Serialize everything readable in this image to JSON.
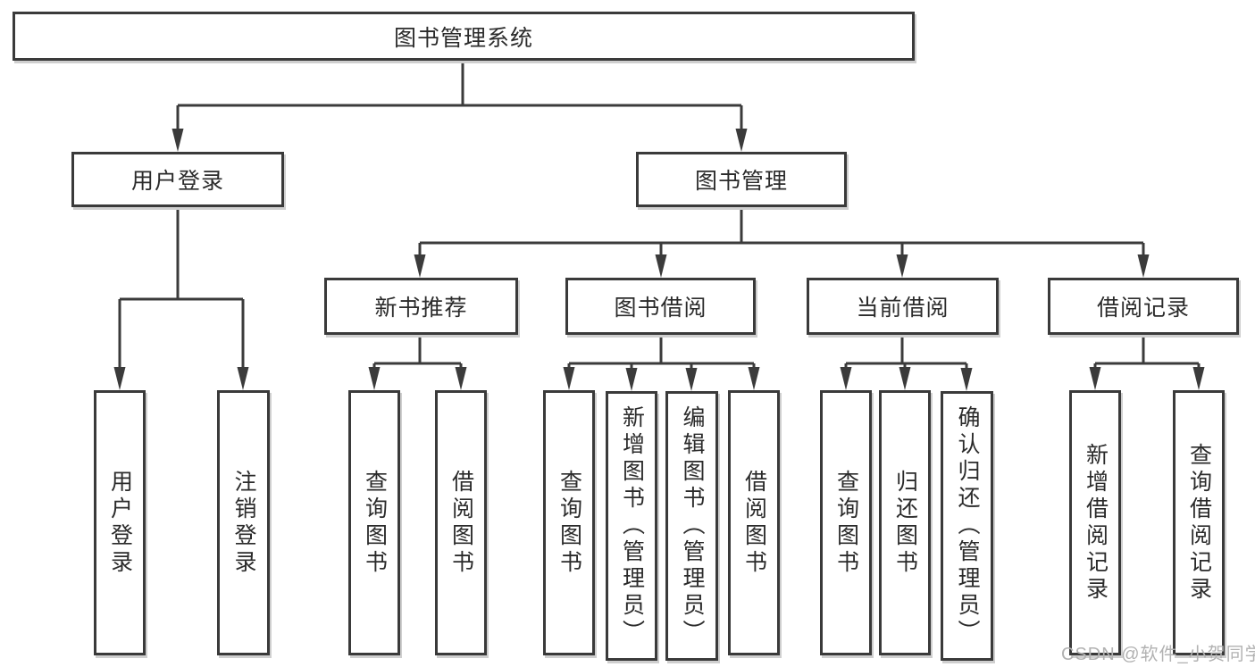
{
  "colors": {
    "line": "#3b3b3b",
    "box_border": "#3a3a3a",
    "box_fill": "#ffffff",
    "text": "#2b2b2b",
    "watermark": "#b2b2b2"
  },
  "diagram": {
    "root": "图书管理系统",
    "level1": [
      "用户登录",
      "图书管理"
    ],
    "level2": [
      "新书推荐",
      "图书借阅",
      "当前借阅",
      "借阅记录"
    ],
    "leaves": {
      "user_login": [
        "用户登录",
        "注销登录"
      ],
      "new_book_recommendation": [
        "查询图书",
        "借阅图书"
      ],
      "book_borrowing": [
        "查询图书",
        "新增图书（管理员）",
        "编辑图书（管理员）",
        "借阅图书"
      ],
      "current_borrowing": [
        "查询图书",
        "归还图书",
        "确认归还（管理员）"
      ],
      "borrowing_records": [
        "新增借阅记录",
        "查询借阅记录"
      ]
    }
  },
  "watermark": "CSDN @软件_小贺同学"
}
